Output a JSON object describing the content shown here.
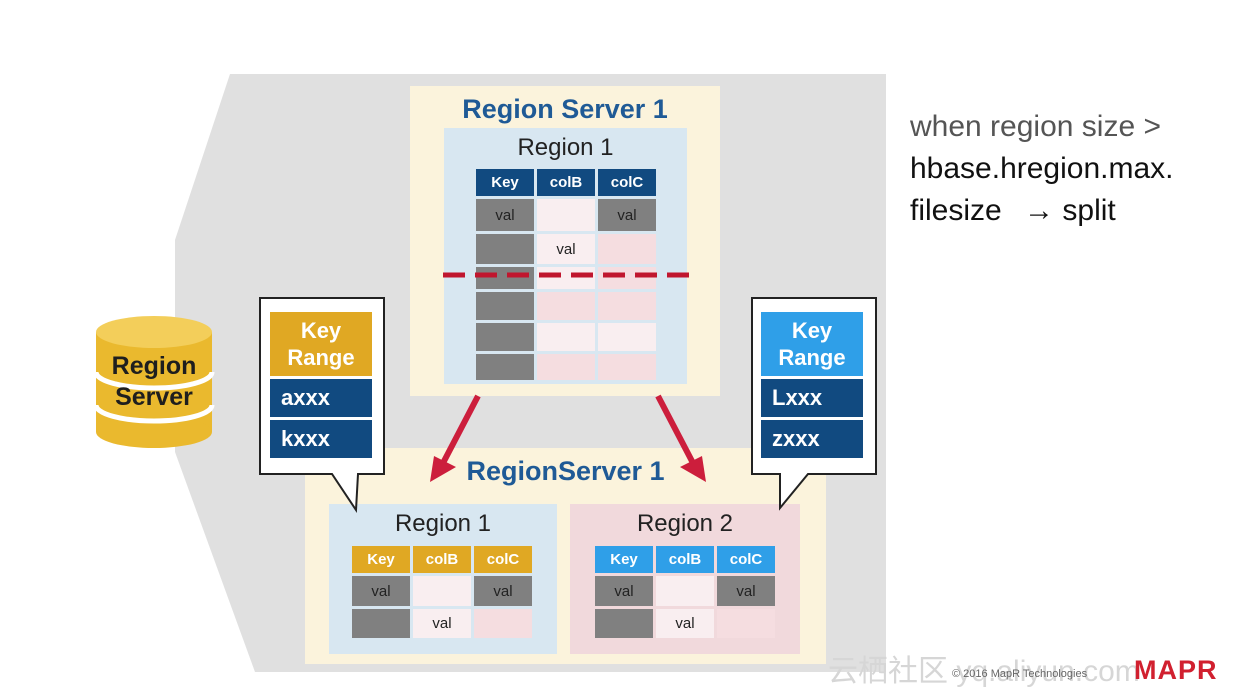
{
  "colors": {
    "background_shape": "#e0e0e0",
    "server_panel": "#fbf3dc",
    "region_blue": "#d8e7f1",
    "region_pink": "#f1d9dc",
    "header_dark_blue": "#114a80",
    "header_gold": "#e0a823",
    "header_light_blue": "#2f9fe8",
    "cell_gray": "#808080",
    "cell_pink": "#f5dde0",
    "cell_pale": "#f9eef0",
    "split_line": "#c0162e",
    "arrow": "#cc1e3c",
    "title_blue": "#1f5a96"
  },
  "icons": {
    "database": "database-cylinder-icon",
    "split_arrow": "split-arrow-icon"
  },
  "db": {
    "label_line1": "Region",
    "label_line2": "Server"
  },
  "top_server": {
    "title": "Region Server 1",
    "region": {
      "title": "Region 1",
      "columns": [
        "Key",
        "colB",
        "colC"
      ],
      "row1": [
        "val",
        "",
        "val"
      ],
      "row2": [
        "",
        "val",
        ""
      ]
    }
  },
  "bottom_server": {
    "title": "RegionServer 1",
    "region1": {
      "title": "Region 1",
      "columns": [
        "Key",
        "colB",
        "colC"
      ],
      "row1": [
        "val",
        "",
        "val"
      ],
      "row2": [
        "",
        "val",
        ""
      ]
    },
    "region2": {
      "title": "Region 2",
      "columns": [
        "Key",
        "colB",
        "colC"
      ],
      "row1": [
        "val",
        "",
        "val"
      ],
      "row2": [
        "",
        "val",
        ""
      ]
    }
  },
  "key_range_left": {
    "head_line1": "Key",
    "head_line2": "Range",
    "start": "axxx",
    "end": "kxxx"
  },
  "key_range_right": {
    "head_line1": "Key",
    "head_line2": "Range",
    "start": "Lxxx",
    "end": "zxxx"
  },
  "note": {
    "line1": "when region size >",
    "line2": "hbase.hregion.max.",
    "line3_text": "filesize",
    "line3_arrow": "→",
    "line3_end": "split"
  },
  "footer": {
    "copyright": "© 2016 MapR Technologies",
    "logo": "MAPR",
    "watermark": "云栖社区 yq.aliyun.com"
  }
}
